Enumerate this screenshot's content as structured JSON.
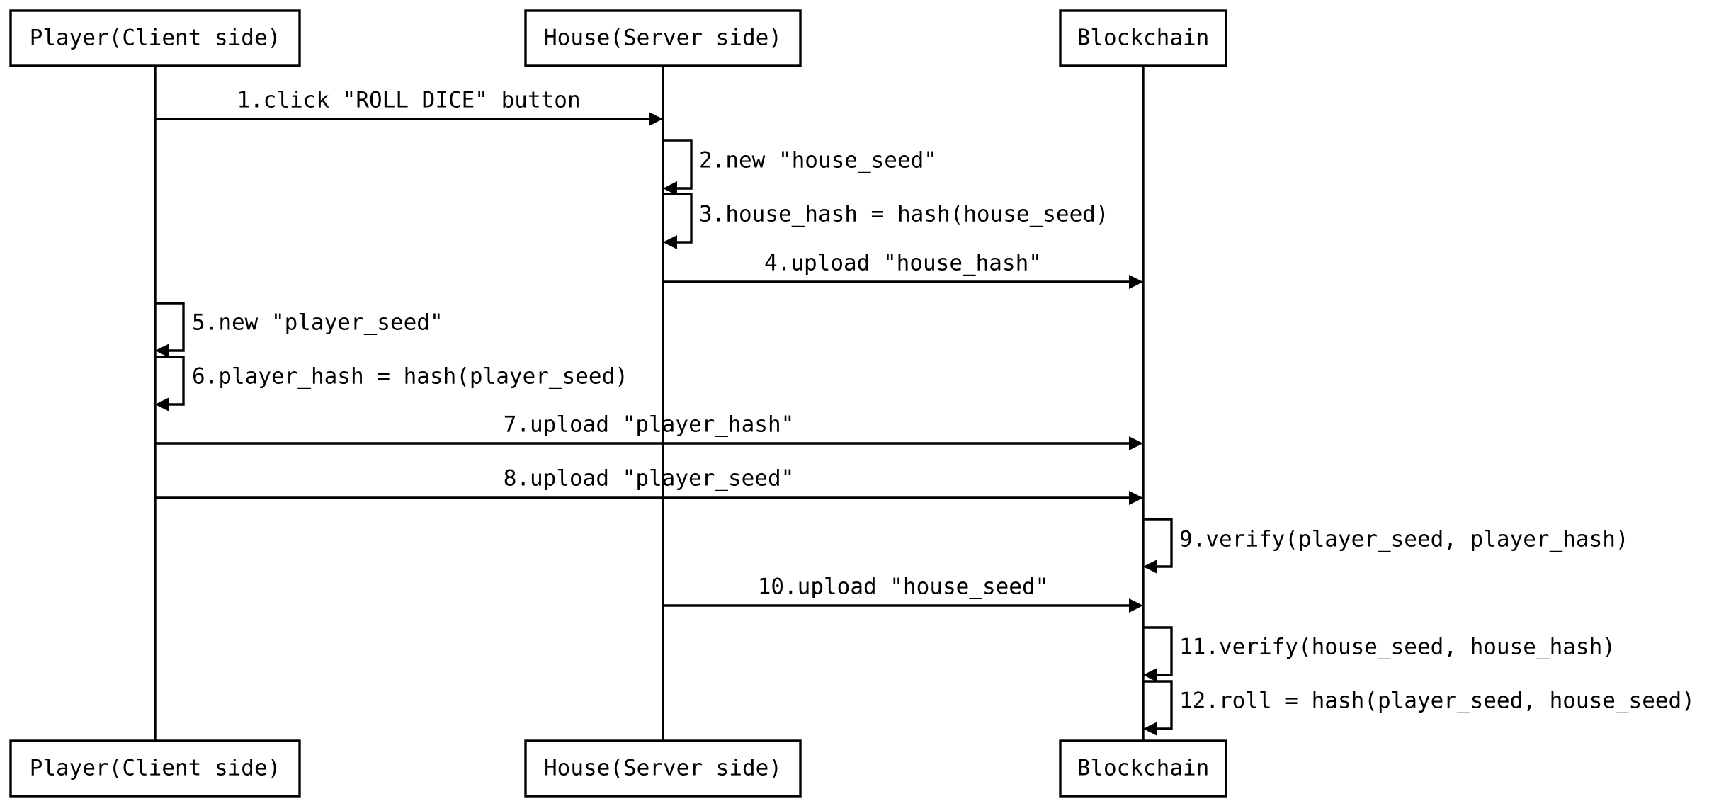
{
  "participants": [
    {
      "id": "player",
      "label": "Player(Client side)"
    },
    {
      "id": "house",
      "label": "House(Server side)"
    },
    {
      "id": "chain",
      "label": "Blockchain"
    }
  ],
  "messages": [
    {
      "from": "player",
      "to": "house",
      "label": "1.click \"ROLL DICE\" button"
    },
    {
      "from": "house",
      "to": "house",
      "label": "2.new \"house_seed\""
    },
    {
      "from": "house",
      "to": "house",
      "label": "3.house_hash = hash(house_seed)"
    },
    {
      "from": "house",
      "to": "chain",
      "label": "4.upload \"house_hash\""
    },
    {
      "from": "player",
      "to": "player",
      "label": "5.new \"player_seed\""
    },
    {
      "from": "player",
      "to": "player",
      "label": "6.player_hash = hash(player_seed)"
    },
    {
      "from": "player",
      "to": "chain",
      "label": "7.upload \"player_hash\""
    },
    {
      "from": "player",
      "to": "chain",
      "label": "8.upload \"player_seed\""
    },
    {
      "from": "chain",
      "to": "chain",
      "label": "9.verify(player_seed, player_hash)"
    },
    {
      "from": "house",
      "to": "chain",
      "label": "10.upload \"house_seed\""
    },
    {
      "from": "chain",
      "to": "chain",
      "label": "11.verify(house_seed, house_hash)"
    },
    {
      "from": "chain",
      "to": "chain",
      "label": "12.roll = hash(player_seed, house_seed)"
    }
  ]
}
